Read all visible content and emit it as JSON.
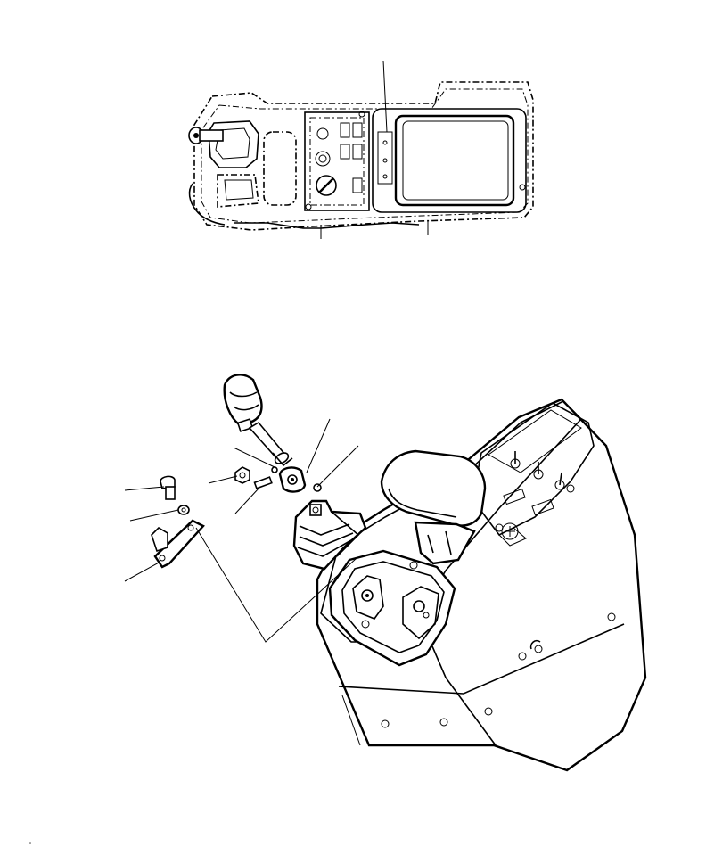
{
  "figure": {
    "views": [
      {
        "id": "top-view",
        "kind": "plan view of operator console"
      },
      {
        "id": "iso-view",
        "kind": "exploded isometric view of control lever assembly"
      }
    ],
    "callout_count": 10,
    "colors": {
      "ink": "#000000",
      "paper": "#ffffff"
    }
  }
}
